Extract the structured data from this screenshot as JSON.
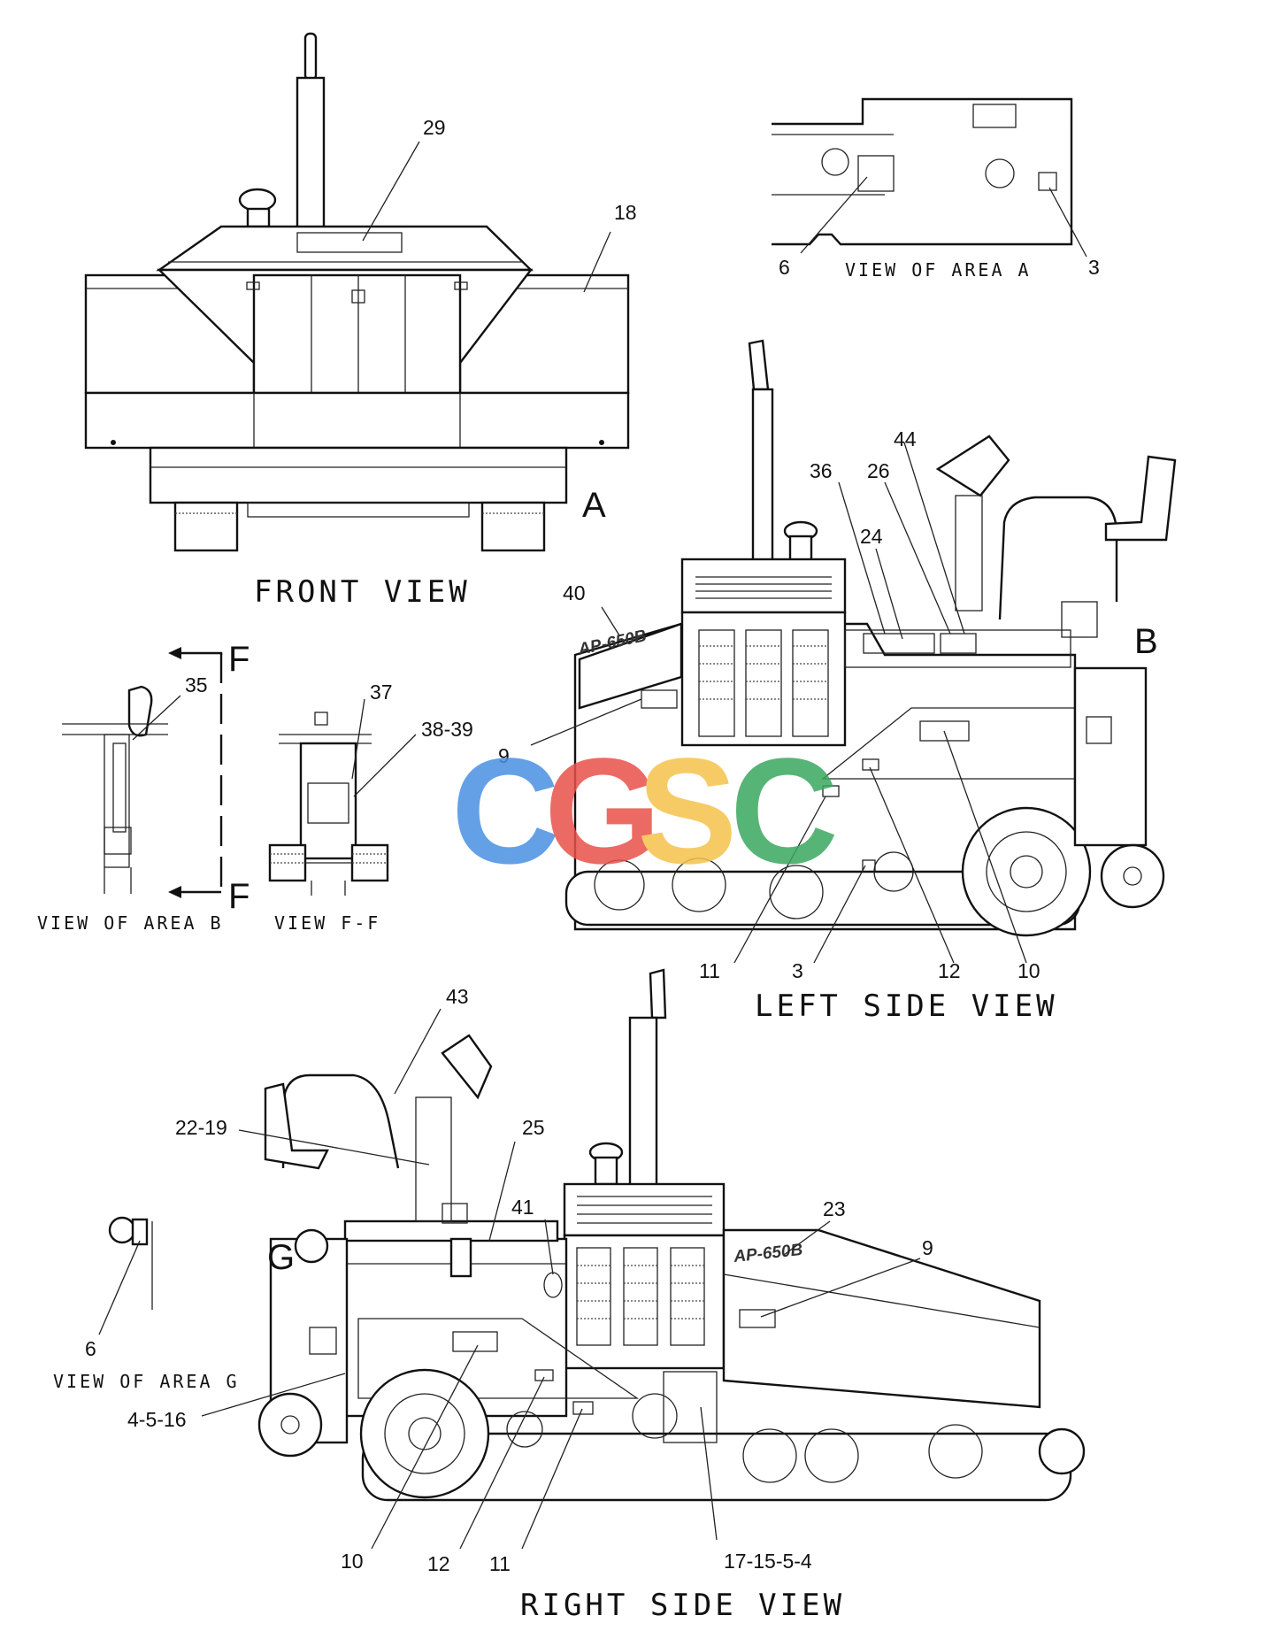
{
  "views": {
    "front": "FRONT  VIEW",
    "area_a": "VIEW  OF  AREA  A",
    "left": "LEFT  SIDE  VIEW",
    "area_b": "VIEW  OF  AREA  B",
    "ff": "VIEW  F-F",
    "right": "RIGHT  SIDE  VIEW",
    "area_g": "VIEW  OF  AREA  G"
  },
  "area_letters": {
    "a": "A",
    "b": "B",
    "g": "G",
    "f_top": "F",
    "f_bottom": "F"
  },
  "decal_text": {
    "left": "AP-650B",
    "right": "AP-650B"
  },
  "watermark": {
    "text": "CGSC",
    "colors": [
      "#4a90e2",
      "#e9514a",
      "#f5c24c",
      "#3aa860"
    ]
  },
  "callouts": {
    "front_29": "29",
    "front_18": "18",
    "a_6": "6",
    "a_3": "3",
    "b_35": "35",
    "ff_37": "37",
    "ff_3839": "38-39",
    "l_44": "44",
    "l_36": "36",
    "l_26": "26",
    "l_24": "24",
    "l_40": "40",
    "l_9": "9",
    "l_11": "11",
    "l_3": "3",
    "l_12": "12",
    "l_10": "10",
    "r_43": "43",
    "r_2219": "22-19",
    "r_25": "25",
    "r_41": "41",
    "r_23": "23",
    "r_9": "9",
    "g_6": "6",
    "r_4516": "4-5-16",
    "r_10": "10",
    "r_12": "12",
    "r_11": "11",
    "r_171554": "17-15-5-4"
  }
}
